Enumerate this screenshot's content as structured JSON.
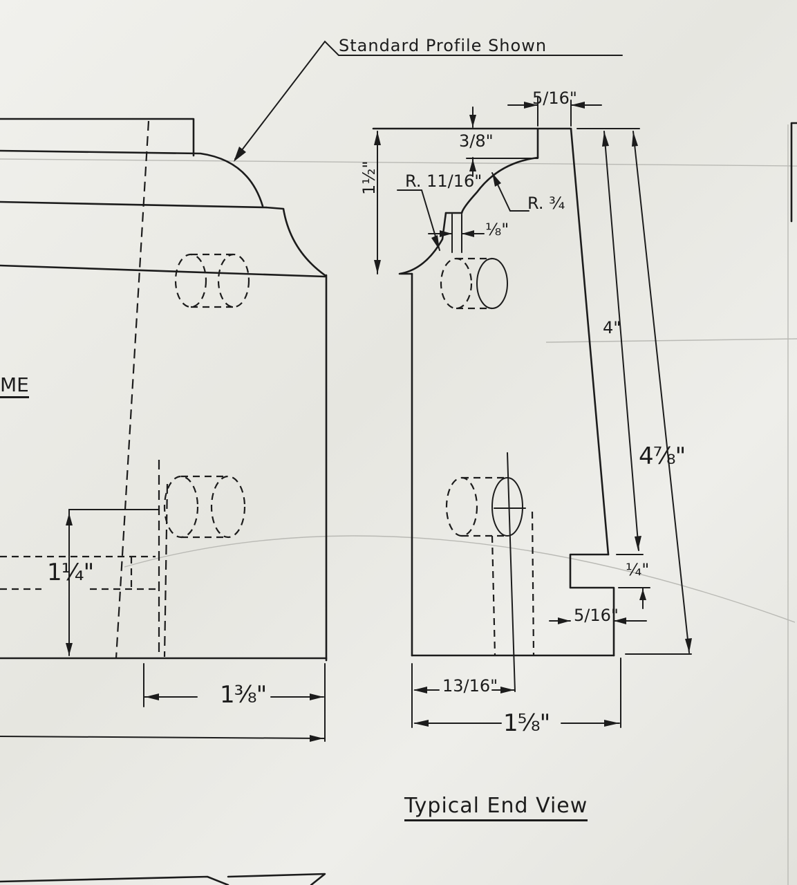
{
  "labels": {
    "standard_profile": "Standard Profile Shown",
    "partial_left": "ME",
    "typical_end_view": "Typical End View"
  },
  "dimensions": {
    "left_1_1_4": "1¼\"",
    "left_1_3_8": "1⅜\"",
    "top_5_16": "5/16\"",
    "top_3_8": "3/8\"",
    "left_1_1_2": "1½\"",
    "radius_11_16": "R. 11/16\"",
    "radius_3_4": "R. ¾",
    "gap_1_8": "⅛\"",
    "height_4": "4\"",
    "height_4_7_8": "4⅞\"",
    "notch_1_4": "¼\"",
    "notch_5_16": "5/16\"",
    "bottom_13_16": "13/16\"",
    "bottom_1_5_8": "1⅝\""
  }
}
